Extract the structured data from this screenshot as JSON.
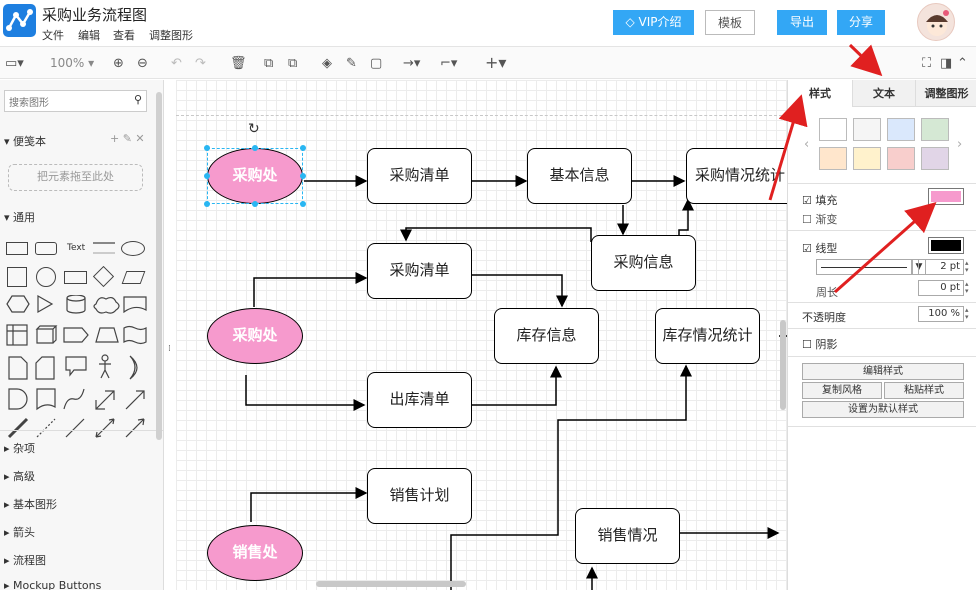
{
  "app": {
    "title": "采购业务流程图",
    "menus": [
      "文件",
      "编辑",
      "查看",
      "调整图形"
    ],
    "buttons": {
      "vip": "VIP介绍",
      "template": "模板",
      "export": "导出",
      "share": "分享"
    }
  },
  "toolbar": {
    "zoom": "100%"
  },
  "sidebar": {
    "search_placeholder": "搜索图形",
    "scratchpad": "便笺本",
    "drop_hint": "把元素拖至此处",
    "general": "通用",
    "text_label": "Text",
    "sections": [
      "杂项",
      "高级",
      "基本图形",
      "箭头",
      "流程图",
      "Mockup Buttons"
    ]
  },
  "canvas": {
    "ellipses": [
      {
        "label": "采购处"
      },
      {
        "label": "采购处"
      },
      {
        "label": "销售处"
      }
    ],
    "nodes": [
      "采购清单",
      "基本信息",
      "采购情况统计",
      "采购清单",
      "采购信息",
      "库存信息",
      "库存情况统计",
      "出库清单",
      "销售计划",
      "销售情况"
    ]
  },
  "panel": {
    "tabs": [
      "样式",
      "文本",
      "调整图形"
    ],
    "fill": "填充",
    "gradient": "渐变",
    "line": "线型",
    "line_width": "2 pt",
    "perimeter": "周长",
    "perimeter_value": "0 pt",
    "opacity": "不透明度",
    "opacity_value": "100 %",
    "shadow": "阴影",
    "edit_style": "编辑样式",
    "copy_style": "复制风格",
    "paste_style": "粘贴样式",
    "set_default": "设置为默认样式",
    "swatches": [
      "#ffffff",
      "#f5f5f5",
      "#dae8fc",
      "#d5e8d4",
      "#ffe6cc",
      "#fff2cc",
      "#f8cecc",
      "#e1d5e7"
    ],
    "fill_color": "#f69acd",
    "line_color": "#000000"
  }
}
